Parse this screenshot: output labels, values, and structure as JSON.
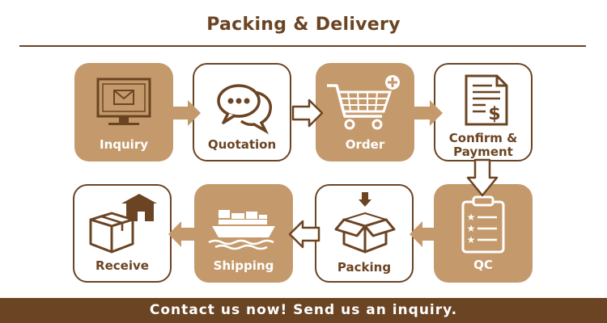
{
  "title": "Packing & Delivery",
  "colors": {
    "brown_dark": "#6b4423",
    "tan": "#c49a6c",
    "white": "#ffffff"
  },
  "steps": [
    {
      "label": "Inquiry",
      "icon": "monitor-envelope-icon"
    },
    {
      "label": "Quotation",
      "icon": "chat-bubbles-icon"
    },
    {
      "label": "Order",
      "icon": "shopping-cart-plus-icon"
    },
    {
      "label": "Confirm &",
      "label_line2": "Payment",
      "icon": "invoice-dollar-icon"
    },
    {
      "label": "QC",
      "icon": "checklist-clipboard-icon"
    },
    {
      "label": "Packing",
      "icon": "open-box-icon"
    },
    {
      "label": "Shipping",
      "icon": "cargo-ship-icon"
    },
    {
      "label": "Receive",
      "icon": "box-house-icon"
    }
  ],
  "footer": "Contact us now! Send us an inquiry."
}
